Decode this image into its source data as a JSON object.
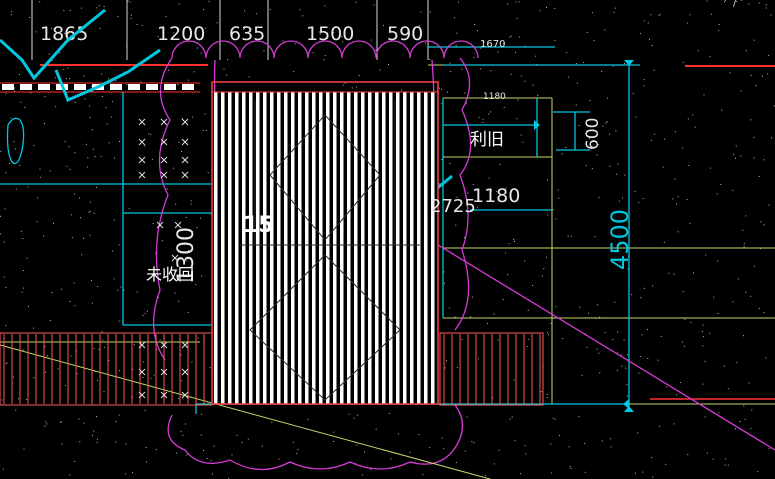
{
  "colors": {
    "background": "#000000",
    "dimension": "#ffffff",
    "dimension_line": "#b9d96a",
    "cyan": "#00c8e0",
    "magenta": "#d63bd6",
    "red": "#ff3030",
    "grid_yellow": "#c8d86b",
    "cross": "#e0e0e0"
  },
  "top_dimensions": [
    "1865",
    "1200",
    "635",
    "1500",
    "590"
  ],
  "right_dimensions": {
    "d1670": "1670",
    "d1180_small": "1180",
    "d600": "600",
    "d1180": "1180",
    "d4500": "4500"
  },
  "labels": {
    "li_jiu": "利旧",
    "wei_shou_hui": "未收回",
    "code_2725": "2725",
    "code_1300": "1300",
    "fragment_15": "15"
  },
  "corner_text": "/ '"
}
